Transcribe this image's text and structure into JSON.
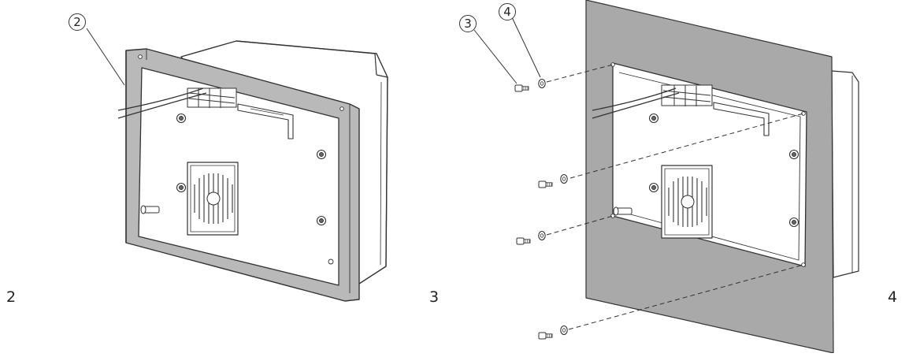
{
  "steps": [
    {
      "number": "2",
      "callouts": [
        "2"
      ]
    },
    {
      "number": "3",
      "callouts": [
        "3",
        "4"
      ]
    },
    {
      "number": "4"
    }
  ],
  "colors": {
    "line": "#333333",
    "frame_fill": "#b9b9b9",
    "wall_fill": "#a9a9a9",
    "paper": "#ffffff"
  }
}
